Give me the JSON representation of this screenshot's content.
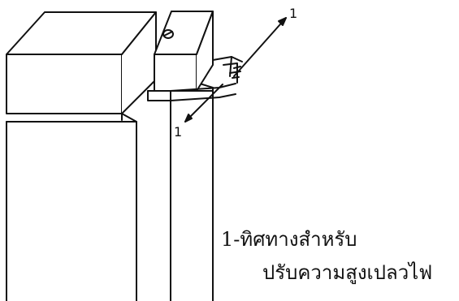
{
  "diagram": {
    "callout_top": "1",
    "callout_bottom": "1"
  },
  "caption": {
    "line1": "1-ทิศทางสำหรับ",
    "line2": "ปรับความสูงเปลวไฟ"
  }
}
